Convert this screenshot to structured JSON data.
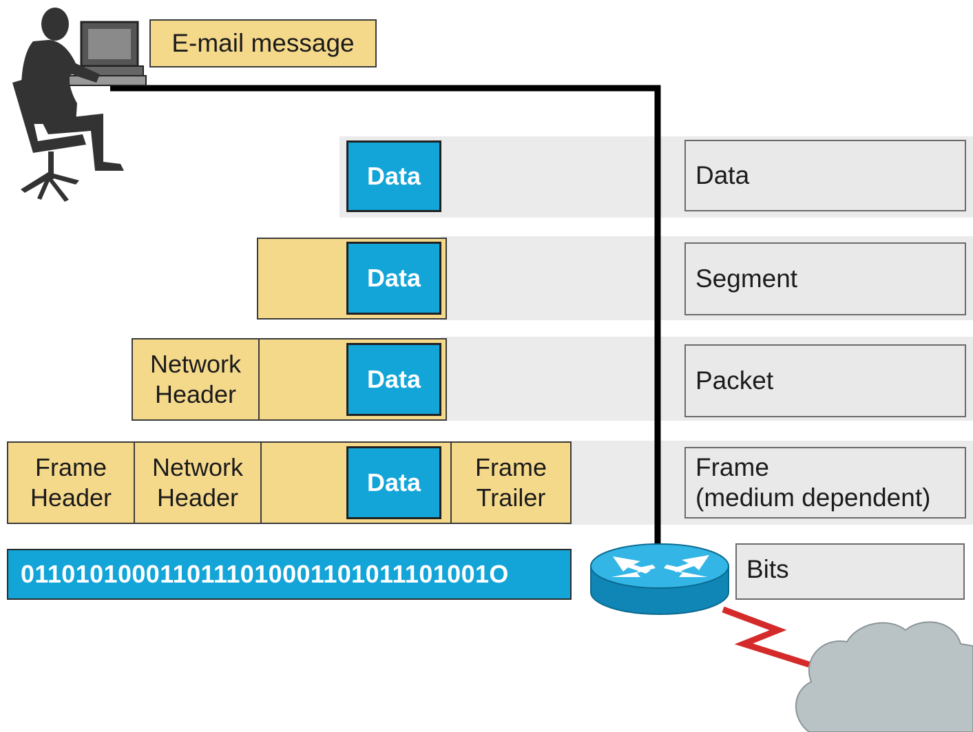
{
  "email_label": "E-mail message",
  "layers": {
    "data": {
      "data_label": "Data",
      "pdu_label": "Data"
    },
    "segment": {
      "data_label": "Data",
      "pdu_label": "Segment"
    },
    "packet": {
      "network_header": "Network\nHeader",
      "data_label": "Data",
      "pdu_label": "Packet"
    },
    "frame": {
      "frame_header": "Frame\nHeader",
      "network_header": "Network\nHeader",
      "data_label": "Data",
      "frame_trailer": "Frame\nTrailer",
      "pdu_label": "Frame\n(medium dependent)"
    },
    "bits": {
      "value": "0110101000110111010001101011101001O",
      "pdu_label": "Bits"
    }
  },
  "colors": {
    "header_fill": "#f5d98b",
    "data_fill": "#13a4d8",
    "band_fill": "#ebebeb",
    "wire": "#000000",
    "serial_link": "#d42a2a",
    "cloud": "#b9c2c4"
  },
  "icons": [
    "user-at-computer-icon",
    "router-icon",
    "serial-link-icon",
    "cloud-icon"
  ]
}
